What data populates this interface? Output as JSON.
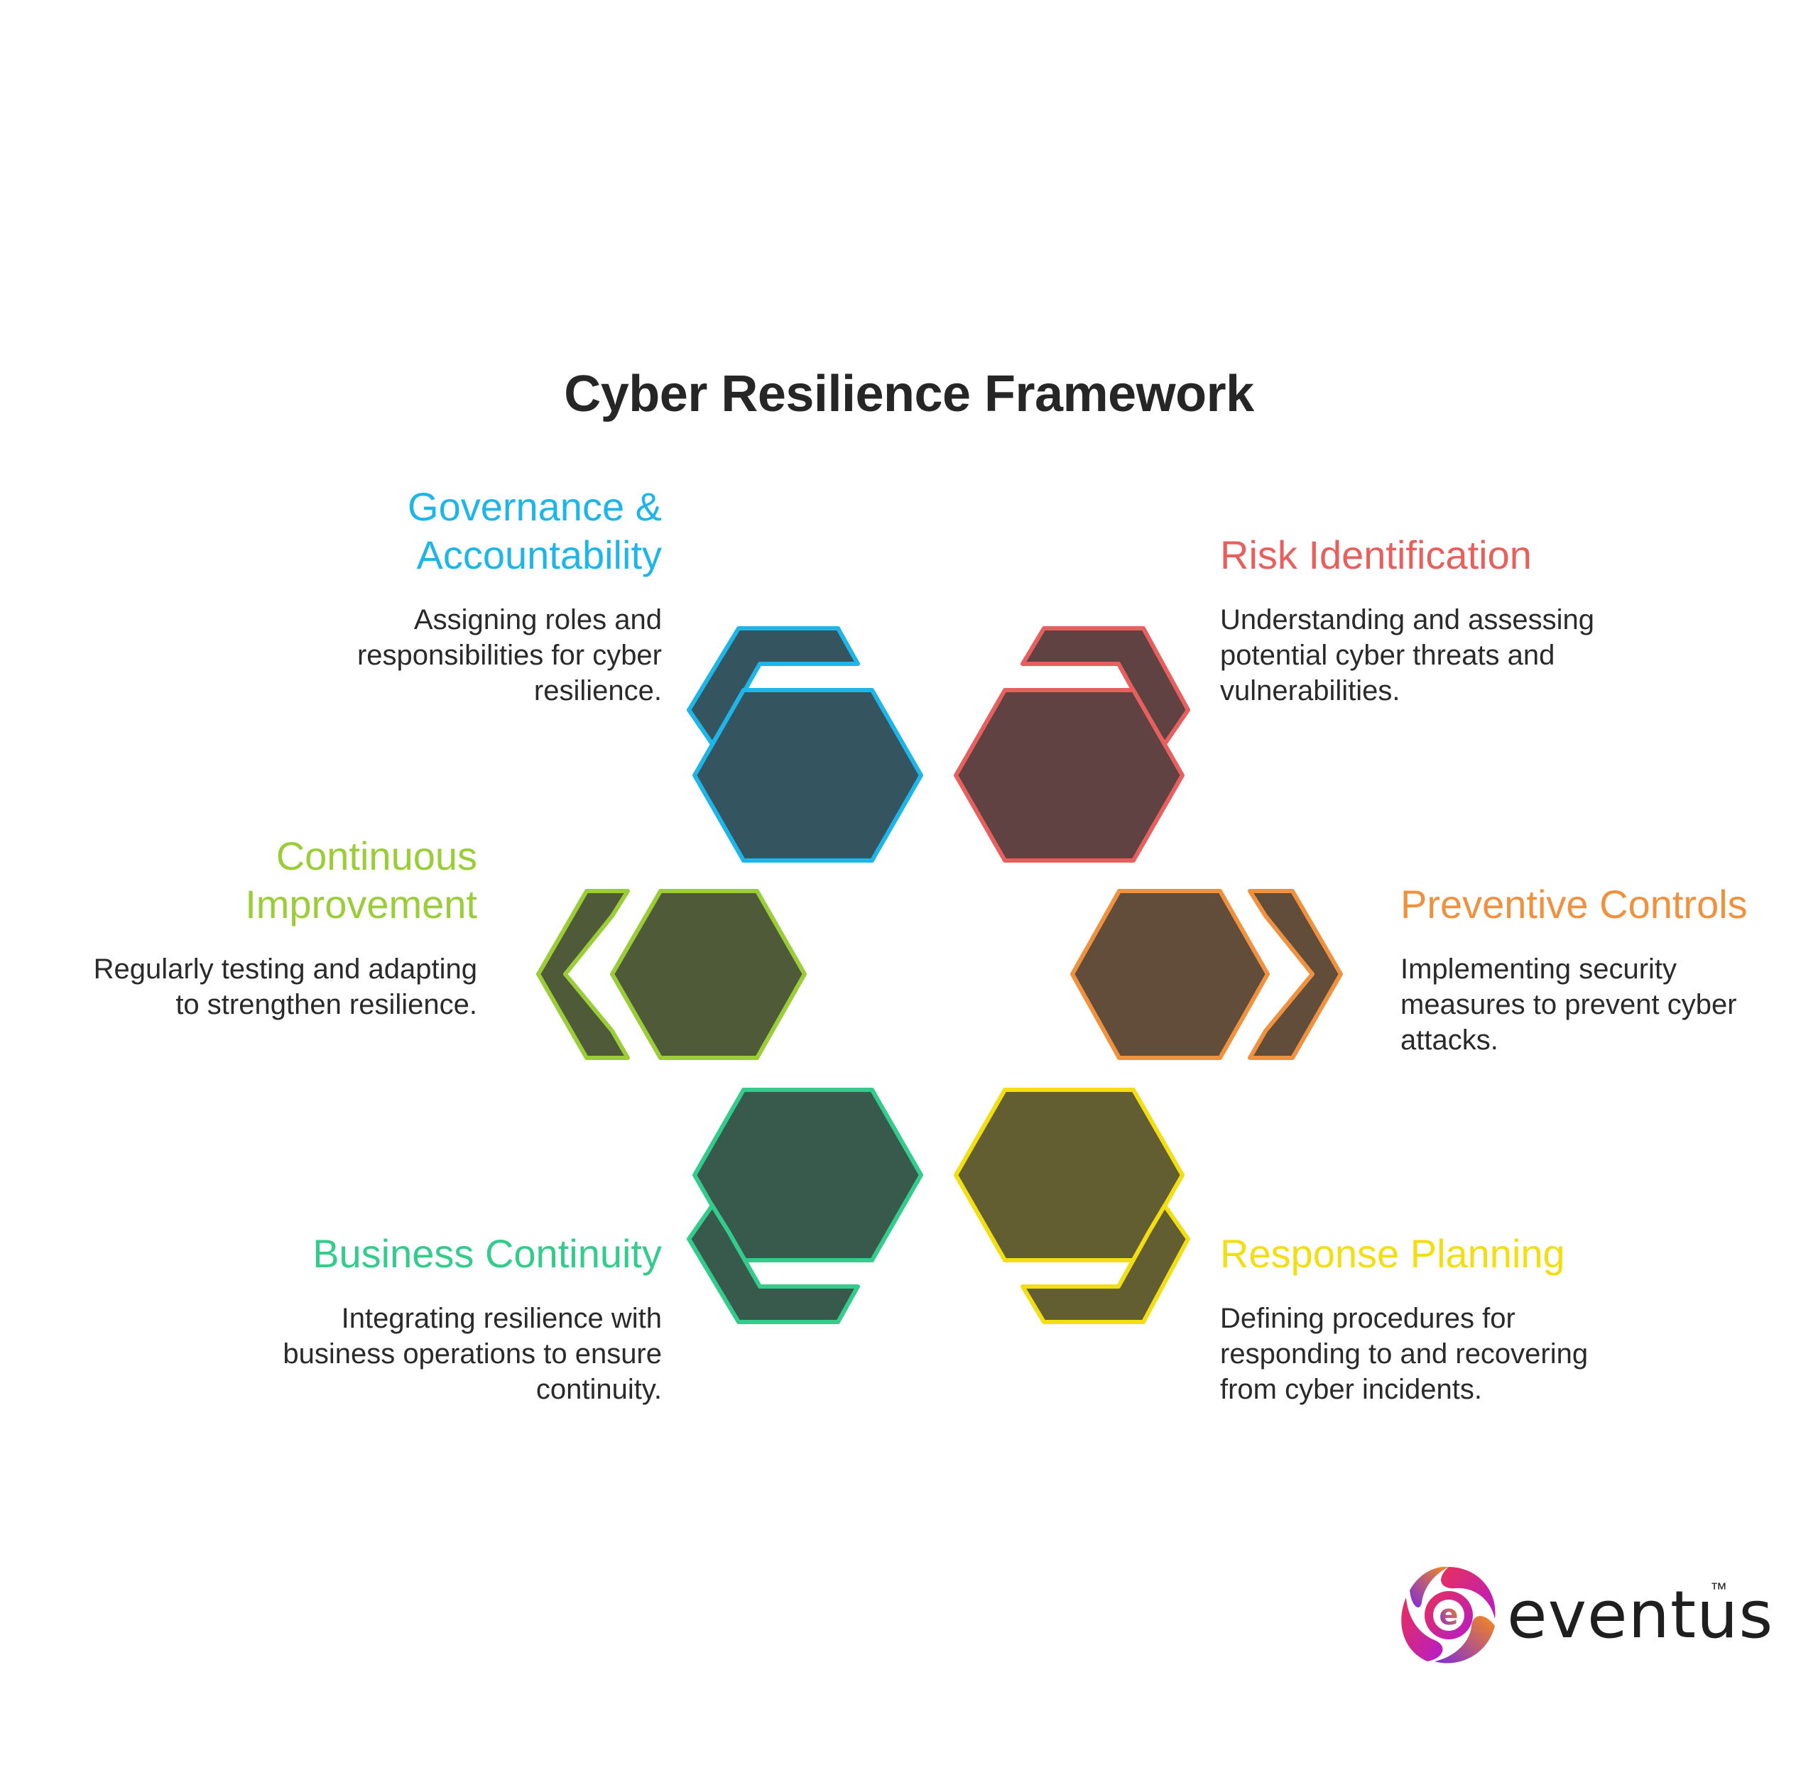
{
  "title": "Cyber Resilience Framework",
  "colors": {
    "governance": "#1EB6E8",
    "risk": "#E8605E",
    "preventive": "#F0913F",
    "response": "#F2DE12",
    "business": "#33CC8C",
    "improvement": "#9ACD37"
  },
  "items": [
    {
      "key": "governance",
      "title": "Governance & Accountability",
      "title_lines": [
        "Governance &",
        "Accountability"
      ],
      "description_lines": [
        "Assigning roles and",
        "responsibilities for cyber",
        "resilience."
      ]
    },
    {
      "key": "risk",
      "title": "Risk Identification",
      "title_lines": [
        "Risk Identification"
      ],
      "description_lines": [
        "Understanding and assessing",
        "potential cyber threats and",
        "vulnerabilities."
      ]
    },
    {
      "key": "improvement",
      "title": "Continuous Improvement",
      "title_lines": [
        "Continuous",
        "Improvement"
      ],
      "description_lines": [
        "Regularly testing and adapting",
        "to strengthen resilience."
      ]
    },
    {
      "key": "preventive",
      "title": "Preventive Controls",
      "title_lines": [
        "Preventive Controls"
      ],
      "description_lines": [
        "Implementing security",
        "measures to prevent cyber",
        "attacks."
      ]
    },
    {
      "key": "business",
      "title": "Business Continuity",
      "title_lines": [
        "Business Continuity"
      ],
      "description_lines": [
        "Integrating resilience with",
        "business operations to ensure",
        "continuity."
      ]
    },
    {
      "key": "response",
      "title": "Response Planning",
      "title_lines": [
        "Response Planning"
      ],
      "description_lines": [
        "Defining procedures for",
        "responding to and recovering",
        "from cyber incidents."
      ]
    }
  ],
  "logo": {
    "text": "eventus",
    "trademark": "™",
    "colors": [
      "#E8305A",
      "#F58A1F",
      "#B51CC8",
      "#7E2BD9"
    ]
  }
}
